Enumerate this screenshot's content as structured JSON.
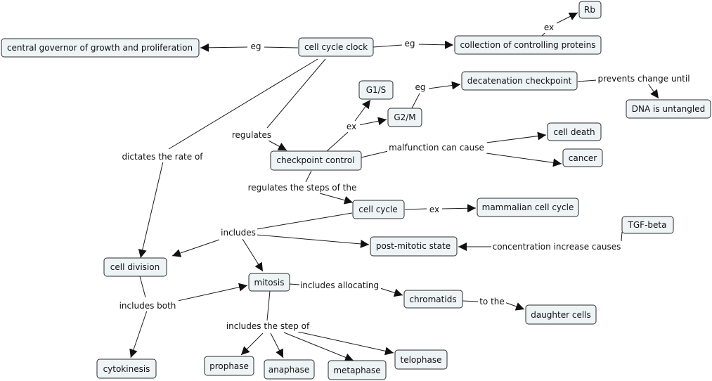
{
  "nodes": {
    "cell_cycle_clock": "cell cycle clock",
    "central_governor": "central governor of growth and proliferation",
    "controlling_proteins": "collection of controlling proteins",
    "rb": "Rb",
    "g1s": "G1/S",
    "g2m": "G2/M",
    "decatenation": "decatenation checkpoint",
    "dna_untangled": "DNA is untangled",
    "cell_death": "cell death",
    "cancer": "cancer",
    "checkpoint_control": "checkpoint control",
    "cell_cycle": "cell cycle",
    "mammalian_cell_cycle": "mammalian cell cycle",
    "tgf_beta": "TGF-beta",
    "post_mitotic": "post-mitotic state",
    "cell_division": "cell division",
    "mitosis": "mitosis",
    "chromatids": "chromatids",
    "daughter_cells": "daughter cells",
    "cytokinesis": "cytokinesis",
    "prophase": "prophase",
    "anaphase": "anaphase",
    "metaphase": "metaphase",
    "telophase": "telophase"
  },
  "links": {
    "eg_left": "eg",
    "eg_right": "eg",
    "ex_rb": "ex",
    "regulates": "regulates",
    "dictates": "dictates the rate of",
    "ex_checkpoints": "ex",
    "eg_decatenation": "eg",
    "prevents": "prevents change until",
    "malfunction": "malfunction can cause",
    "regulates_steps": "regulates the steps of the",
    "ex_mammalian": "ex",
    "includes": "includes",
    "concentration": "concentration increase causes",
    "includes_both": "includes both",
    "includes_allocating": "includes allocating",
    "to_the": "to the",
    "includes_step": "includes the step of"
  }
}
